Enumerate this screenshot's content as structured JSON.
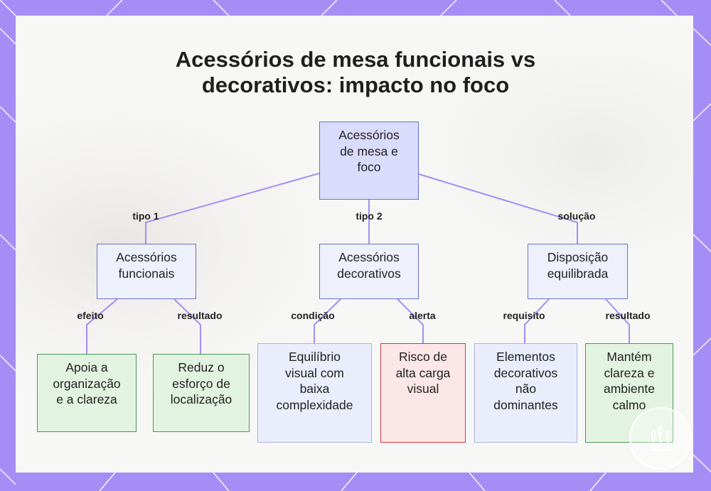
{
  "title": {
    "line1": "Acessórios de mesa funcionais vs",
    "line2": "decorativos: impacto no foco"
  },
  "nodes": {
    "root": "Acessórios\nde mesa e\nfoco",
    "functional": "Acessórios\nfuncionais",
    "decorative": "Acessórios\ndecorativos",
    "balanced": "Disposição\nequilibrada",
    "supports": "Apoia a\norganização\ne a clareza",
    "reduces": "Reduz o\nesforço de\nlocalização",
    "balance": "Equilíbrio\nvisual com\nbaixa\ncomplexidade",
    "risk": "Risco de\nalta carga\nvisual",
    "elements": "Elementos\ndecorativos\nnão\ndominantes",
    "keeps": "Mantém\nclareza e\nambiente\ncalmo"
  },
  "edge_labels": {
    "type1": "tipo 1",
    "type2": "tipo 2",
    "solution": "solução",
    "effect": "efeito",
    "result_functional": "resultado",
    "condition": "condição",
    "alert": "alerta",
    "requirement": "requisito",
    "result_balanced": "resultado"
  },
  "colors": {
    "frame": "#a48ef5",
    "edge": "#a48ef5",
    "root_fill": "#dadcfb",
    "green_fill": "#e3f3e1",
    "red_border": "#d0364a"
  }
}
